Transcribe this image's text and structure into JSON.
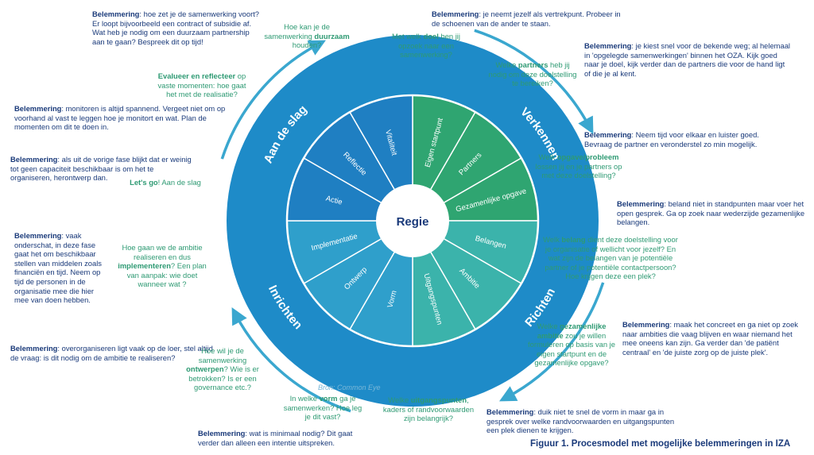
{
  "wheel": {
    "center": "Regie",
    "phases": [
      "Verkennen",
      "Richten",
      "Inrichten",
      "Aan de slag"
    ],
    "segments": [
      "Eigen startpunt",
      "Partners",
      "Gezamenlijke opgave",
      "Belangen",
      "Ambitie",
      "Uitgangspunten",
      "Vorm",
      "Ontwerp",
      "Implementatie",
      "Actie",
      "Reflectie",
      "Vitaliteit"
    ],
    "colors": {
      "ring": "#1e8bc8",
      "verkennen": "#2fa571",
      "richten": "#3bb3ab",
      "inrichten": "#2f9fcb",
      "aan_de_slag": "#1f7fc2"
    }
  },
  "questions": {
    "q1": {
      "pre": "Hoe kan je de samenwerking ",
      "bold": "duurzaam",
      "post": " houden?"
    },
    "q2": {
      "pre": "Met welk ",
      "bold": "doel",
      "post": " ben jij opzoek naar een samenwerking?"
    },
    "q3": {
      "pre": "Welke ",
      "bold": "partners",
      "post": " heb jij nodig om deze doelstelling te bereiken?"
    },
    "q4": {
      "pre": "Welk ",
      "bold": "opgave/probleem",
      "post": " lossen jij en je partners op met deze doelstelling?"
    },
    "q5": {
      "pre": "Welk ",
      "bold": "belang",
      "post": " dient deze doelstelling voor je organisatie of wellicht voor jezelf? En wat zijn de belangen van je potentiële partner of je potentiële contactpersoon? Hoe krijgen deze een plek?"
    },
    "q6": {
      "pre": "Welke ",
      "bold": "gezamenlijke ambitie",
      "post": " zou je willen formuleren op basis van je eigen startpunt en de gezamenlijke opgave?"
    },
    "q7": {
      "pre": "Welke ",
      "bold": "uitgangspunten",
      "post": ", kaders of randvoorwaarden zijn belangrijk?"
    },
    "q8": {
      "pre": "In welke ",
      "bold": "vorm",
      "post": " ga je samenwerken? Hoe leg je dit vast?"
    },
    "q9": {
      "pre": "Hoe wil je de samenwerking ",
      "bold": "ontwerpen",
      "post": "? Wie is er betrokken? Is er een governance etc.?"
    },
    "q10": {
      "pre": "Hoe gaan we de ambitie realiseren en dus ",
      "bold": "implementeren",
      "post": "? Een plan van aanpak: wie doet wanneer wat ?"
    },
    "q11": {
      "bold": "Let's go",
      "post": "! Aan de slag"
    },
    "q12": {
      "bold": "Evalueer en reflecteer",
      "post": " op vaste momenten: hoe gaat het met de realisatie?"
    }
  },
  "notes": {
    "label": "Belemmering",
    "n1": ": hoe zet je de samenwerking voort? Er loopt bijvoorbeeld een contract of subsidie af. Wat heb je nodig om een duurzaam partnership aan te gaan? Bespreek dit op tijd!",
    "n2": ": je neemt jezelf als vertrekpunt. Probeer in de schoenen van de ander te staan.",
    "n3": ": je kiest snel voor de bekende weg; al helemaal in 'opgelegde samenwerkingen' binnen het OZA. Kijk goed naar je doel, kijk verder dan de partners die voor de hand ligt of die je al kent.",
    "n4": ": monitoren is altijd spannend. Vergeet niet om op voorhand al vast te leggen hoe je monitort en wat. Plan de momenten om dit te doen in.",
    "n5": ": Neem tijd voor elkaar en luister goed. Bevraag de partner en veronderstel zo min mogelijk.",
    "n6": ": als uit de vorige fase blijkt dat er weinig tot geen capaciteit beschikbaar is om het te organiseren, herontwerp dan.",
    "n7": ": beland niet in standpunten maar voer het open gesprek. Ga op zoek naar wederzijde gezamenlijke belangen.",
    "n8": ": vaak onderschat, in deze fase gaat het om beschikbaar stellen van middelen zoals financiën en tijd. Neem op tijd de personen in de organisatie mee die hier mee van doen hebben.",
    "n9": ": maak het concreet en ga niet op zoek naar ambities die vaag blijven en waar niemand het mee oneens kan zijn. Ga verder dan 'de patiënt centraal' en 'de juiste zorg op de juiste plek'.",
    "n10": ": overorganiseren ligt vaak op de loer, stel altijd de vraag: is dit nodig om de ambitie te realiseren?",
    "n11": ": duik niet te snel de vorm in maar ga in gesprek over welke randvoorwaarden en uitgangspunten een plek dienen te krijgen.",
    "n12": ": wat is minimaal nodig? Dit gaat verder dan alleen een intentie uitspreken."
  },
  "source": "Bron: Common Eye",
  "caption": "Figuur 1. Procesmodel met mogelijke belemmeringen in IZA"
}
